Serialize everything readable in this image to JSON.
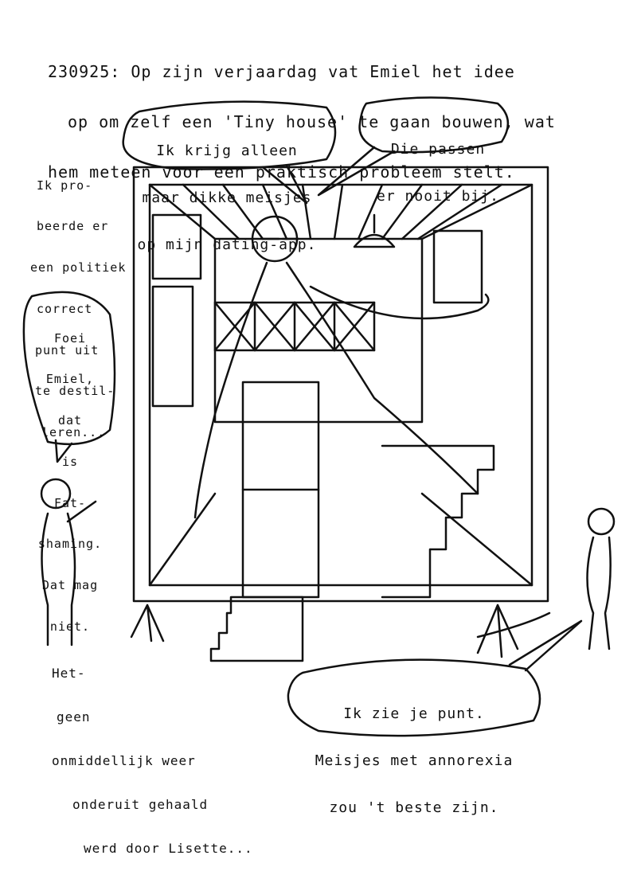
{
  "caption": {
    "line1": "230925: Op zijn verjaardag vat Emiel het idee",
    "line2": "op om zelf een 'Tiny house' te gaan bouwen, wat",
    "line3": "hem meteen voor een praktisch probleem stelt."
  },
  "bubble_emiel": {
    "line1": "Ik krijg alleen",
    "line2": "maar dikke meisjes",
    "line3": "op mijn dating-app."
  },
  "bubble_fit": {
    "line1": "Die passen",
    "line2": "er nooit bij."
  },
  "narration_left": {
    "line1": "Ik pro-",
    "line2": "beerde er",
    "line3": "een politiek",
    "line4": "correct",
    "line5": "punt uit",
    "line6": "te destil-",
    "line7": "leren..."
  },
  "bubble_lisette": {
    "line1": "Foei",
    "line2": "Emiel,",
    "line3": "dat",
    "line4": "is",
    "line5": "Fat-",
    "line6": "shaming.",
    "line7": "Dat mag",
    "line8": "niet."
  },
  "narration_bottom": {
    "line1": "Het-",
    "line2": "geen",
    "line3": "onmiddellijk weer",
    "line4": "onderuit gehaald",
    "line5": "werd door Lisette..."
  },
  "bubble_reply": {
    "line1": "Ik zie je punt.",
    "line2": "Meisjes met annorexia",
    "line3": "zou 't beste zijn."
  }
}
